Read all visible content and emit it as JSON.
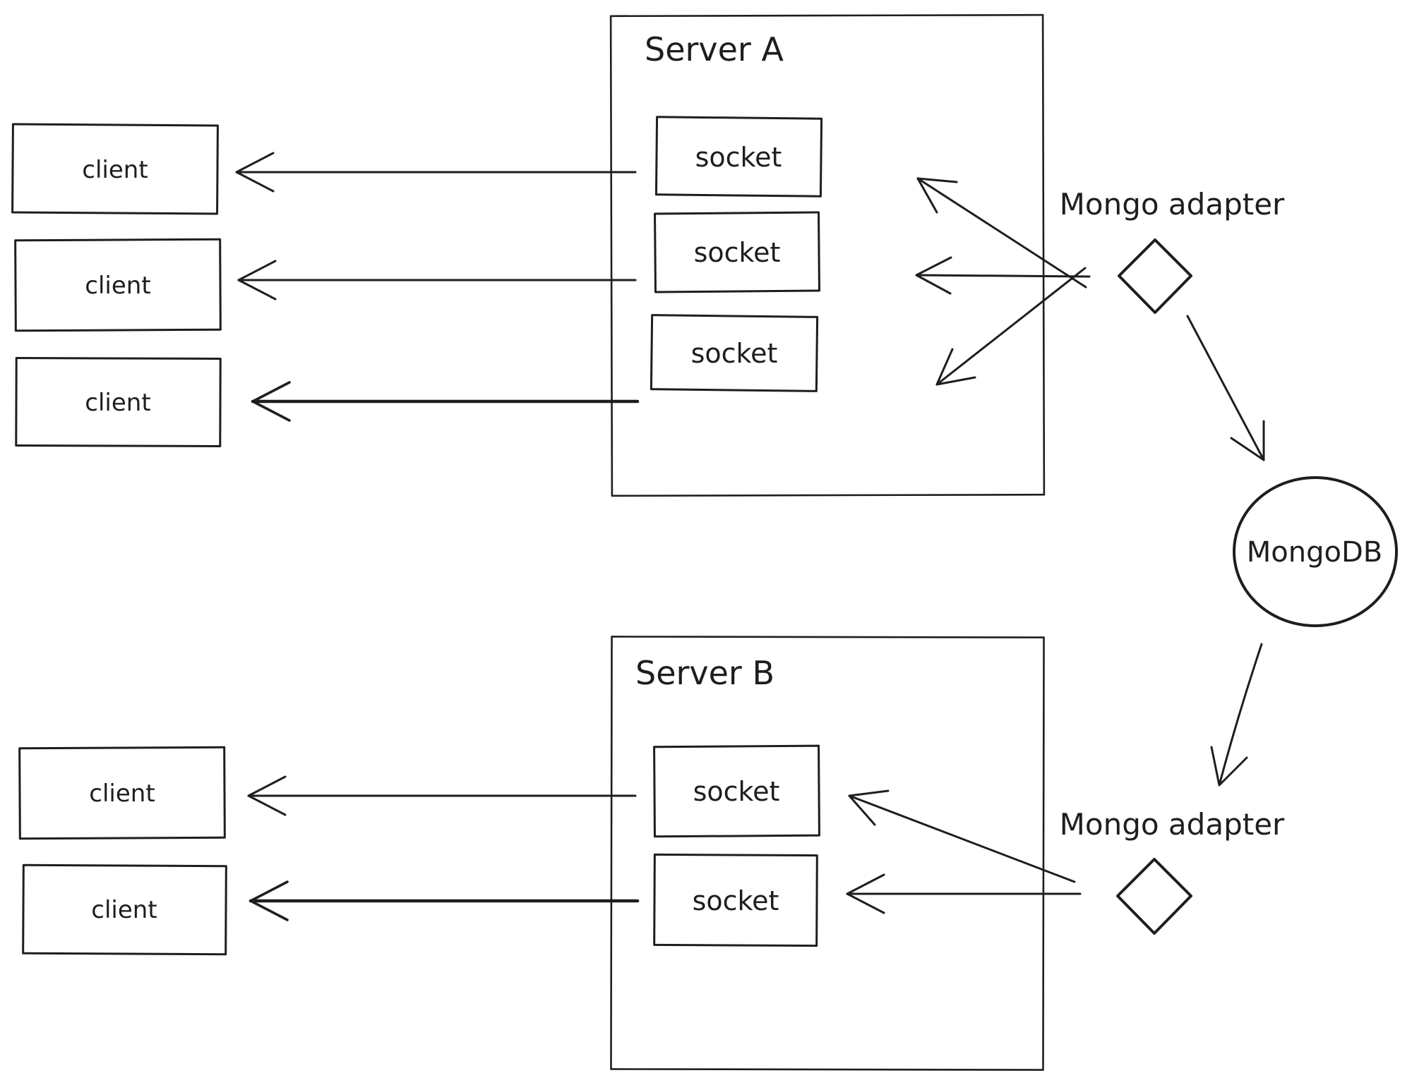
{
  "diagram": {
    "background_color": "#ffffff",
    "ink_color": "#1e1e1e",
    "server_a": {
      "label": "Server A",
      "sockets": [
        "socket",
        "socket",
        "socket"
      ]
    },
    "server_b": {
      "label": "Server B",
      "sockets": [
        "socket",
        "socket"
      ]
    },
    "clients_a": [
      "client",
      "client",
      "client"
    ],
    "clients_b": [
      "client",
      "client"
    ],
    "adapter_a_label": "Mongo adapter",
    "adapter_b_label": "Mongo adapter",
    "database_label": "MongoDB"
  }
}
